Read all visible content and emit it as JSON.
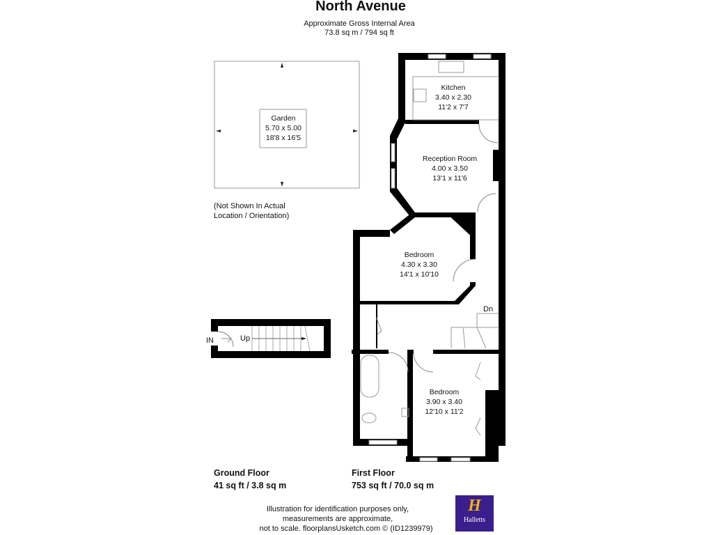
{
  "title": "North Avenue",
  "subtitle": {
    "line1": "Approximate Gross Internal Area",
    "line2": "73.8 sq m / 794 sq ft"
  },
  "rooms": {
    "garden": {
      "name": "Garden",
      "metric": "5.70 x 5.00",
      "imperial": "18'8 x 16'5"
    },
    "kitchen": {
      "name": "Kitchen",
      "metric": "3.40 x 2.30",
      "imperial": "11'2 x 7'7"
    },
    "reception": {
      "name": "Reception Room",
      "metric": "4.00 x 3.50",
      "imperial": "13'1 x 11'6"
    },
    "bedroom1": {
      "name": "Bedroom",
      "metric": "4.30 x 3.30",
      "imperial": "14'1 x 10'10"
    },
    "bedroom2": {
      "name": "Bedroom",
      "metric": "3.90 x 3.40",
      "imperial": "12'10 x 11'2"
    }
  },
  "garden_note": {
    "line1": "(Not Shown In Actual",
    "line2": "Location / Orientation)"
  },
  "labels": {
    "in": "IN",
    "up": "Up",
    "dn": "Dn"
  },
  "floors": {
    "ground": {
      "name": "Ground Floor",
      "area": "41 sq ft / 3.8 sq m"
    },
    "first": {
      "name": "First Floor",
      "area": "753 sq ft / 70.0 sq m"
    }
  },
  "disclaimer": {
    "line1": "Illustration for identification purposes only,",
    "line2": "measurements are approximate,",
    "line3": "not to scale. floorplansUsketch.com © (ID1239979)"
  },
  "logo": {
    "text": "Halletts",
    "brand_color": "#3a1e8c",
    "accent_color": "#f2b705"
  }
}
